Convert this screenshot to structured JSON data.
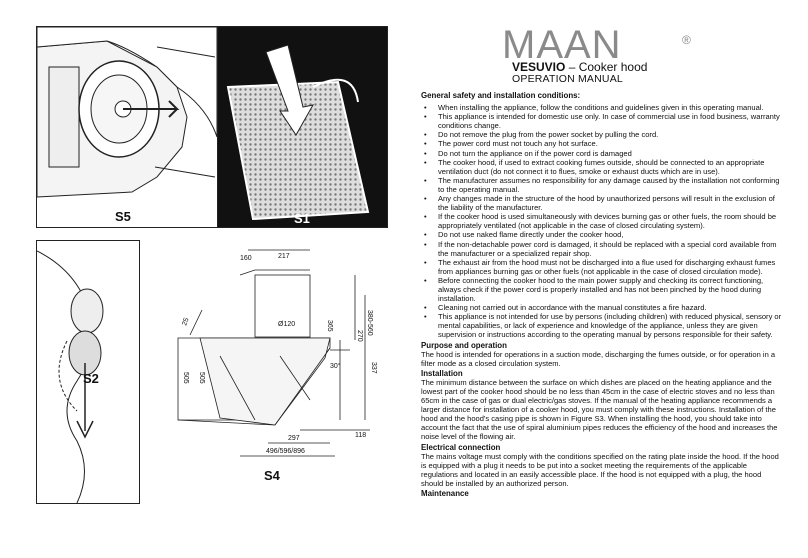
{
  "brand": {
    "logo_text": "MAAN",
    "registered_mark": "®",
    "product_name": "VESUVIO",
    "product_type": " – Cooker hood",
    "document_title": "OPERATION MANUAL"
  },
  "figures": {
    "s5": "S5",
    "s1": "S1",
    "s2": "S2",
    "s4": "S4"
  },
  "dimensions": {
    "d160": "160",
    "d217": "217",
    "d365": "365",
    "d380_560": "380-560",
    "d270": "270",
    "d120": "Ø120",
    "d25": "25",
    "d30": "30°",
    "d505a": "505",
    "d505b": "505",
    "d337": "337",
    "d118": "118",
    "d297": "297",
    "widths": "496/596/896"
  },
  "sections": {
    "general_heading": "General safety and installation conditions:",
    "general_items": [
      "When installing the appliance, follow the conditions and guidelines given in this operating manual.",
      "This appliance is intended for domestic use only. In case of commercial use in food business, warranty conditions change.",
      "Do not remove the plug from the power socket by pulling the cord.",
      "The power cord must not touch any hot surface.",
      "Do not turn the appliance on if the power cord is damaged",
      "The cooker hood, if used to extract cooking fumes outside, should be connected to an appropriate ventilation duct (do not connect it to flues, smoke or exhaust ducts which are in use).",
      "The manufacturer assumes no responsibility for any damage caused by the installation not conforming to the operating manual.",
      "Any changes made in the structure of the hood by unauthorized persons will result in the exclusion of the liability of the manufacturer.",
      "If the cooker hood is used simultaneously with devices burning gas or other fuels, the room should be appropriately ventilated (not applicable in the case of closed circulating system).",
      "Do not use naked flame directly under the cooker hood,",
      "If the non-detachable power cord is damaged, it should be replaced with a special cord available from the manufacturer or a specialized repair shop.",
      "The exhaust air from the hood must not be discharged into a flue used for discharging exhaust fumes from appliances burning gas or other fuels (not applicable in the case of closed circulation mode).",
      "Before connecting the cooker hood to the main power supply and checking its correct functioning, always check if the power cord is properly installed and has not been pinched by the hood during installation.",
      "Cleaning not carried out in accordance with the manual constitutes a fire hazard.",
      "This appliance is not intended for use by persons (including children) with reduced physical, sensory or mental capabilities, or lack of experience and knowledge of the appliance, unless they are given supervision or instructions according to the operating manual by persons responsible for their safety."
    ],
    "purpose_heading": "Purpose and operation",
    "purpose_text": "The hood is intended for operations in a suction mode, discharging the fumes outside, or for operation in a filter mode as a closed circulation system.",
    "installation_heading": "Installation",
    "installation_text": "The minimum distance between the surface on which dishes are placed on the heating appliance and the lowest part of the cooker hood should be no less than 45cm in the case of electric stoves and no less than 65cm in the case of gas or dual electric/gas stoves. If the manual of the heating appliance recommends a larger distance for installation of a cooker hood, you must comply with these instructions. Installation of the hood and the hood's casing pipe is shown in Figure S3. When installing the hood, you should take into account the fact that the use of spiral aluminium pipes reduces the efficiency of the hood and increases the noise level of the flowing air.",
    "electrical_heading": "Electrical connection",
    "electrical_text": "The mains voltage must comply with the conditions specified on the rating plate inside the hood. If the hood is equipped with a plug it needs to be put into a socket meeting the requirements of the applicable regulations and located in an easily accessible place. If the hood is not equipped with a plug, the hood should be installed by an authorized person.",
    "maintenance_heading": "Maintenance"
  },
  "colors": {
    "text": "#111111",
    "logo_gray": "#8a8a8a",
    "panel_dark": "#222222"
  }
}
